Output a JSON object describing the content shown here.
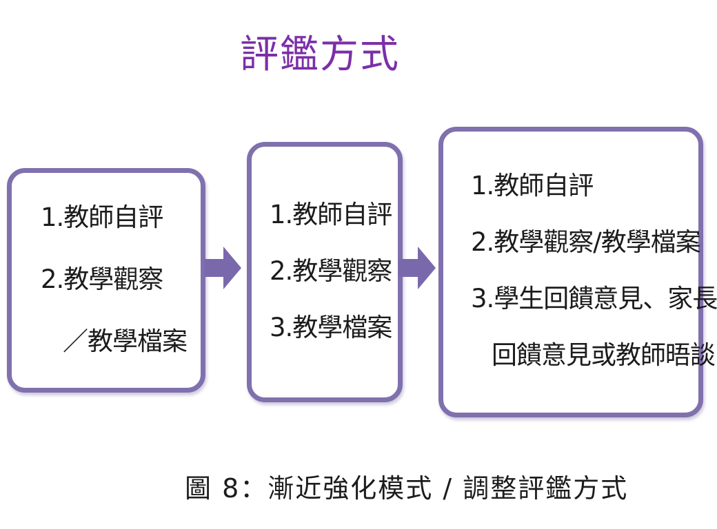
{
  "title": "評鑑方式",
  "stages": [
    {
      "items": [
        "1.教師自評",
        "2.教學觀察",
        "／教學檔案"
      ]
    },
    {
      "items": [
        "1.教師自評",
        "2.教學觀察",
        "3.教學檔案"
      ]
    },
    {
      "items": [
        "1.教師自評",
        "2.教學觀察/教學檔案",
        "3.學生回饋意見、家長",
        "回饋意見或教師晤談"
      ]
    }
  ],
  "caption": "圖 8：漸近強化模式 / 調整評鑑方式",
  "colors": {
    "title": "#7b2fa8",
    "box_border": "#8070ad",
    "arrow": "#7a68ad",
    "text": "#1c1c1c"
  }
}
